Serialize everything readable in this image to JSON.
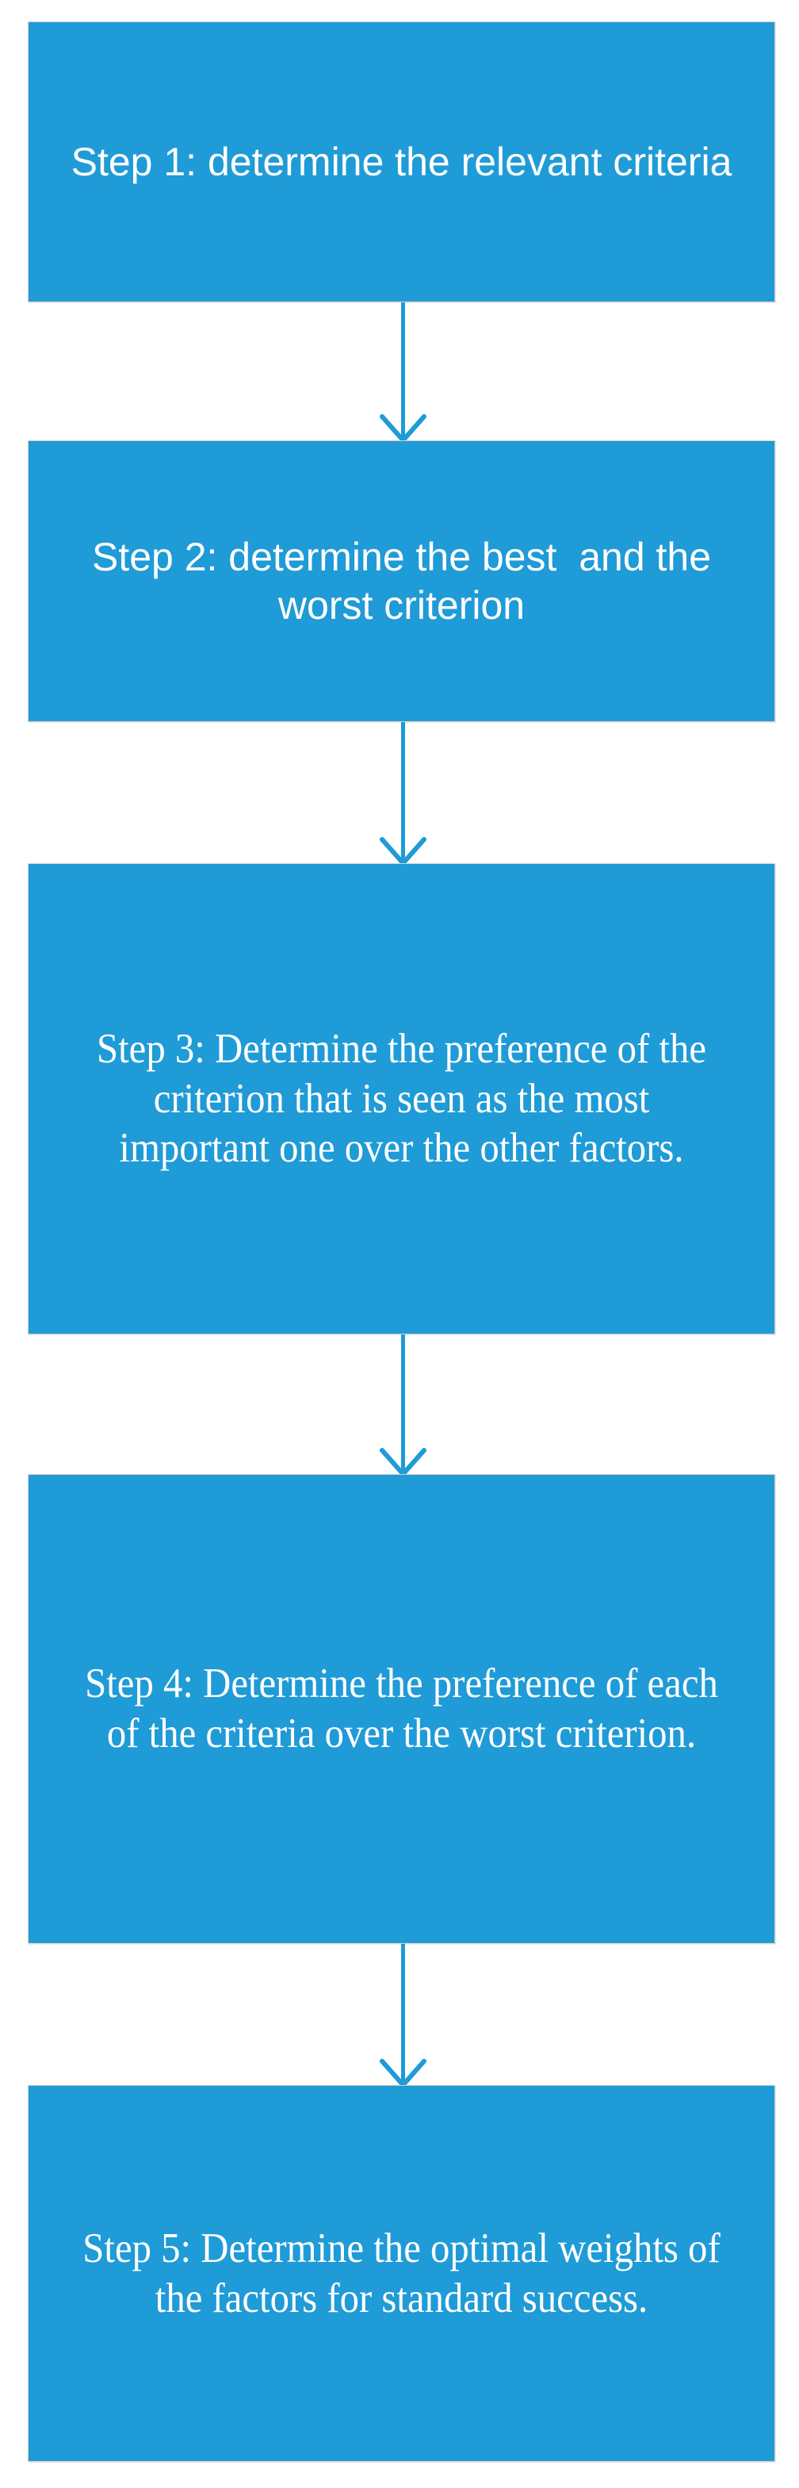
{
  "diagram": {
    "type": "vertical-flowchart",
    "orientation": "top-to-bottom",
    "box_count": 5,
    "arrow_count": 4,
    "colors": {
      "box_fill": "#1F9BD7",
      "box_border": "#D4D2D0",
      "text": "#FFFFFF",
      "arrow": "#1F9BD7",
      "background": "#FFFFFF"
    },
    "steps": [
      {
        "id": "step-1",
        "number": "1",
        "text": "Step 1: determine the relevant criteria",
        "font_style": "sans-serif",
        "lines": [
          "Step 1: determine the",
          "relevant criteria"
        ]
      },
      {
        "id": "step-2",
        "number": "2",
        "text": "Step 2: determine the best  and the worst criterion",
        "font_style": "sans-serif",
        "lines": [
          "Step 2: determine the",
          "best  and the worst",
          "criterion"
        ]
      },
      {
        "id": "step-3",
        "number": "3",
        "text": "Step 3: Determine the preference of the criterion that is seen as the most important one over the other factors.",
        "font_style": "serif",
        "lines": [
          "Step 3: Determine the",
          "preference of the",
          "criterion that is seen as",
          "the most important one",
          "over the other factors."
        ]
      },
      {
        "id": "step-4",
        "number": "4",
        "text": "Step 4: Determine the preference of each of the criteria over the worst criterion.",
        "font_style": "serif",
        "lines": [
          "Step 4: Determine the",
          "preference of each of",
          "the criteria over the",
          "worst criterion."
        ]
      },
      {
        "id": "step-5",
        "number": "5",
        "text": "Step 5: Determine the optimal weights of the factors for standard success.",
        "font_style": "serif",
        "lines": [
          "Step 5: Determine the",
          "optimal weights of the",
          "factors for standard",
          "success."
        ]
      }
    ],
    "arrows": [
      {
        "id": "arrow-1-2",
        "from": "step-1",
        "to": "step-2",
        "direction": "down"
      },
      {
        "id": "arrow-2-3",
        "from": "step-2",
        "to": "step-3",
        "direction": "down"
      },
      {
        "id": "arrow-3-4",
        "from": "step-3",
        "to": "step-4",
        "direction": "down"
      },
      {
        "id": "arrow-4-5",
        "from": "step-4",
        "to": "step-5",
        "direction": "down"
      }
    ]
  }
}
